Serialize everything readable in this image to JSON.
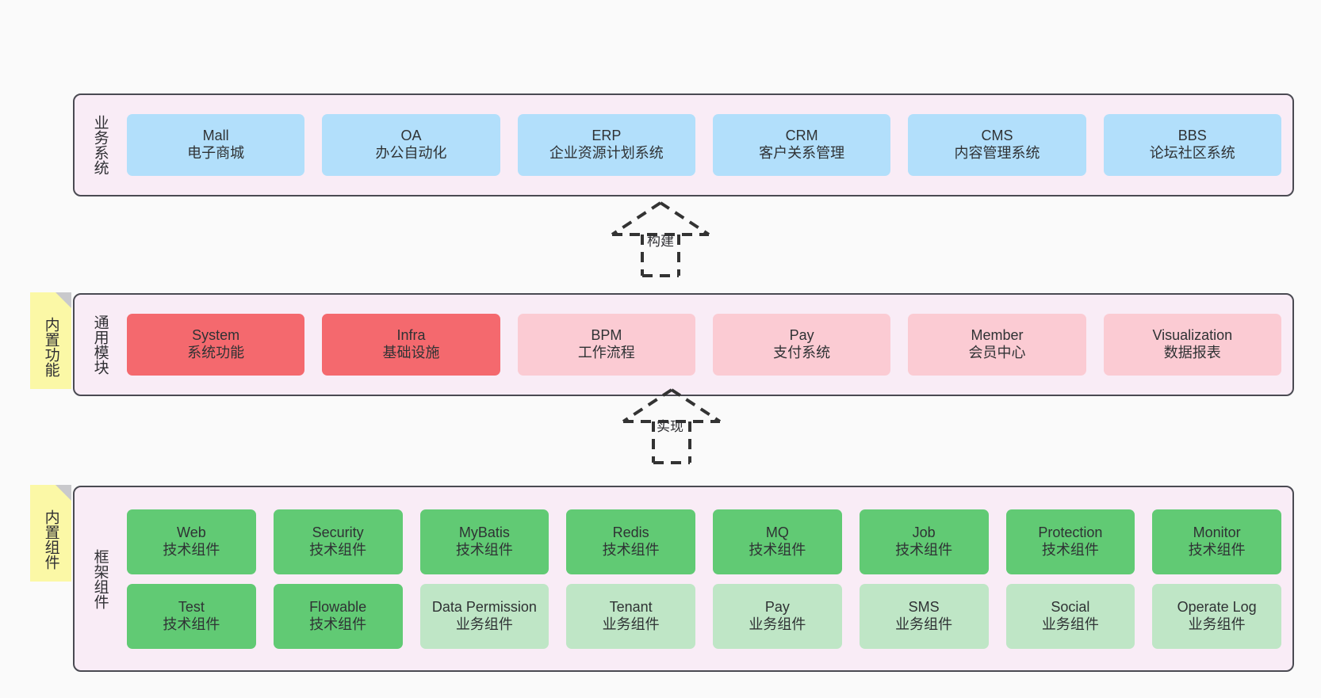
{
  "diagram": {
    "title": "",
    "colors": {
      "panel_background": "#f9ecf6",
      "panel_border": "#4a4a52",
      "business_card": "#b2dffb",
      "module_active": "#f4696e",
      "module_inactive": "#fbcbd3",
      "tech_component": "#61ca74",
      "business_component": "#bfe6c6",
      "note": "#fbf8a6",
      "canvas": "#fafafa"
    },
    "layers": [
      {
        "id": "business-system",
        "title": "业务系统",
        "rows": [
          {
            "cards": [
              {
                "name": "Mall",
                "desc": "电子商城",
                "fill": "c-blue"
              },
              {
                "name": "OA",
                "desc": "办公自动化",
                "fill": "c-blue"
              },
              {
                "name": "ERP",
                "desc": "企业资源计划系统",
                "fill": "c-blue"
              },
              {
                "name": "CRM",
                "desc": "客户关系管理",
                "fill": "c-blue"
              },
              {
                "name": "CMS",
                "desc": "内容管理系统",
                "fill": "c-blue"
              },
              {
                "name": "BBS",
                "desc": "论坛社区系统",
                "fill": "c-blue"
              }
            ]
          }
        ]
      },
      {
        "id": "common-module",
        "title": "通用模块",
        "rows": [
          {
            "cards": [
              {
                "name": "System",
                "desc": "系统功能",
                "fill": "c-red"
              },
              {
                "name": "Infra",
                "desc": "基础设施",
                "fill": "c-red"
              },
              {
                "name": "BPM",
                "desc": "工作流程",
                "fill": "c-pink"
              },
              {
                "name": "Pay",
                "desc": "支付系统",
                "fill": "c-pink"
              },
              {
                "name": "Member",
                "desc": "会员中心",
                "fill": "c-pink"
              },
              {
                "name": "Visualization",
                "desc": "数据报表",
                "fill": "c-pink"
              }
            ]
          }
        ]
      },
      {
        "id": "framework-component",
        "title": "框架组件",
        "rows": [
          {
            "cards": [
              {
                "name": "Web",
                "desc": "技术组件",
                "fill": "c-green"
              },
              {
                "name": "Security",
                "desc": "技术组件",
                "fill": "c-green"
              },
              {
                "name": "MyBatis",
                "desc": "技术组件",
                "fill": "c-green"
              },
              {
                "name": "Redis",
                "desc": "技术组件",
                "fill": "c-green"
              },
              {
                "name": "MQ",
                "desc": "技术组件",
                "fill": "c-green"
              },
              {
                "name": "Job",
                "desc": "技术组件",
                "fill": "c-green"
              },
              {
                "name": "Protection",
                "desc": "技术组件",
                "fill": "c-green"
              },
              {
                "name": "Monitor",
                "desc": "技术组件",
                "fill": "c-green"
              }
            ]
          },
          {
            "cards": [
              {
                "name": "Test",
                "desc": "技术组件",
                "fill": "c-green"
              },
              {
                "name": "Flowable",
                "desc": "技术组件",
                "fill": "c-green"
              },
              {
                "name": "Data Permission",
                "desc": "业务组件",
                "fill": "c-lightgreen"
              },
              {
                "name": "Tenant",
                "desc": "业务组件",
                "fill": "c-lightgreen"
              },
              {
                "name": "Pay",
                "desc": "业务组件",
                "fill": "c-lightgreen"
              },
              {
                "name": "SMS",
                "desc": "业务组件",
                "fill": "c-lightgreen"
              },
              {
                "name": "Social",
                "desc": "业务组件",
                "fill": "c-lightgreen"
              },
              {
                "name": "Operate Log",
                "desc": "业务组件",
                "fill": "c-lightgreen"
              }
            ]
          }
        ]
      }
    ],
    "notes": [
      {
        "id": "note-features",
        "label": "内置功能"
      },
      {
        "id": "note-components",
        "label": "内置组件"
      }
    ],
    "connectors": [
      {
        "id": "arrow-build",
        "label": "构建",
        "style": "dashed-generalization-up"
      },
      {
        "id": "arrow-implement",
        "label": "实现",
        "style": "dashed-generalization-up"
      }
    ]
  }
}
